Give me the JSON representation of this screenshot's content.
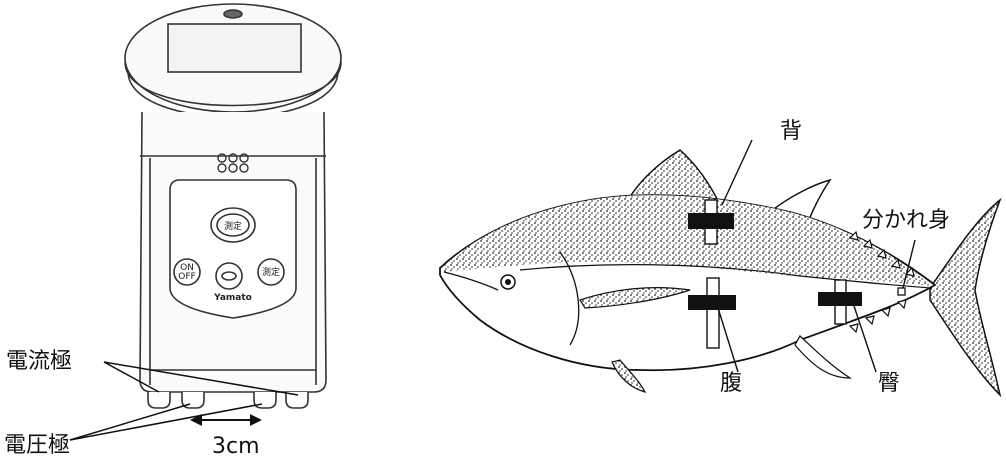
{
  "device": {
    "brand": "Yamato",
    "buttons": {
      "measure": "測定",
      "power_line1": "ON",
      "power_line2": "OFF",
      "right": "測定"
    },
    "labels": {
      "current_electrode": "電流極",
      "voltage_electrode": "電圧極",
      "spacing": "3cm"
    }
  },
  "fish": {
    "labels": {
      "back": "背",
      "belly": "腹",
      "anal": "臀",
      "wakaremi": "分かれ身"
    }
  }
}
